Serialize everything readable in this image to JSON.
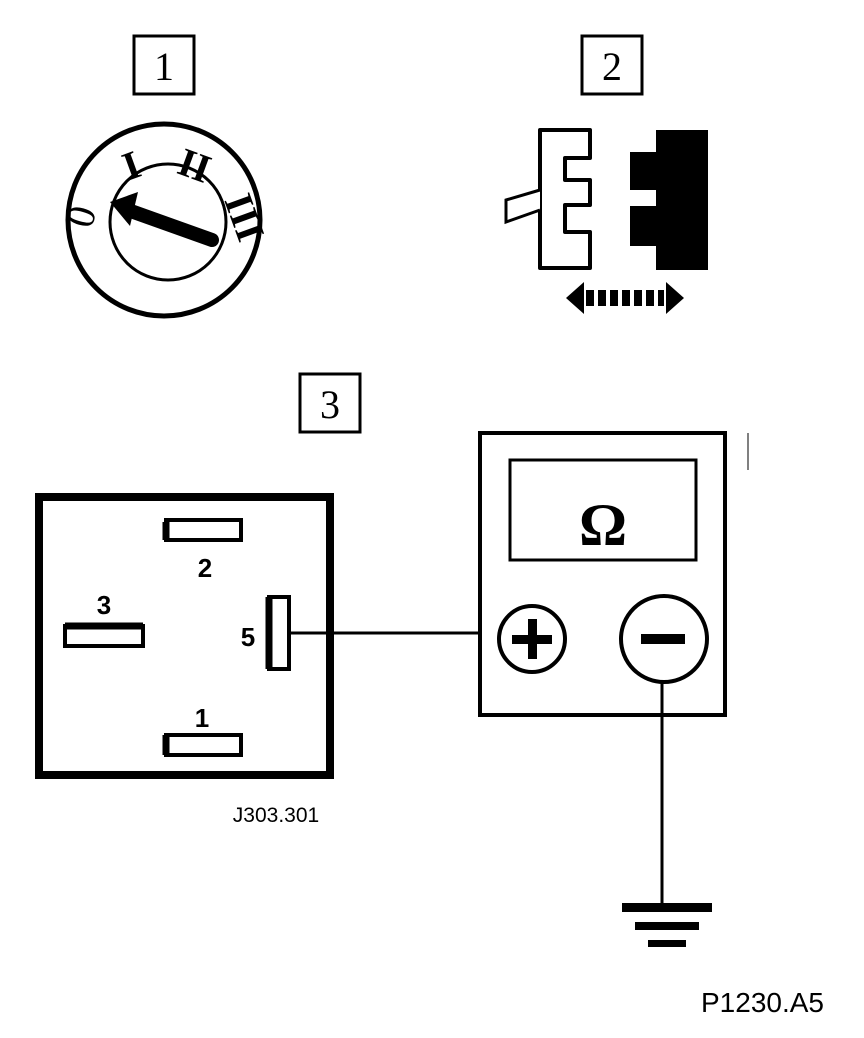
{
  "steps": [
    "1",
    "2",
    "3"
  ],
  "ignition_switch": {
    "positions": [
      "0",
      "I",
      "II",
      "III"
    ]
  },
  "relay": {
    "pins": [
      "2",
      "3",
      "5",
      "1"
    ],
    "reference": "J303.301"
  },
  "meter": {
    "symbol": "Ω",
    "terminals": [
      "+",
      "−"
    ]
  },
  "figure_code": "P1230.A5"
}
